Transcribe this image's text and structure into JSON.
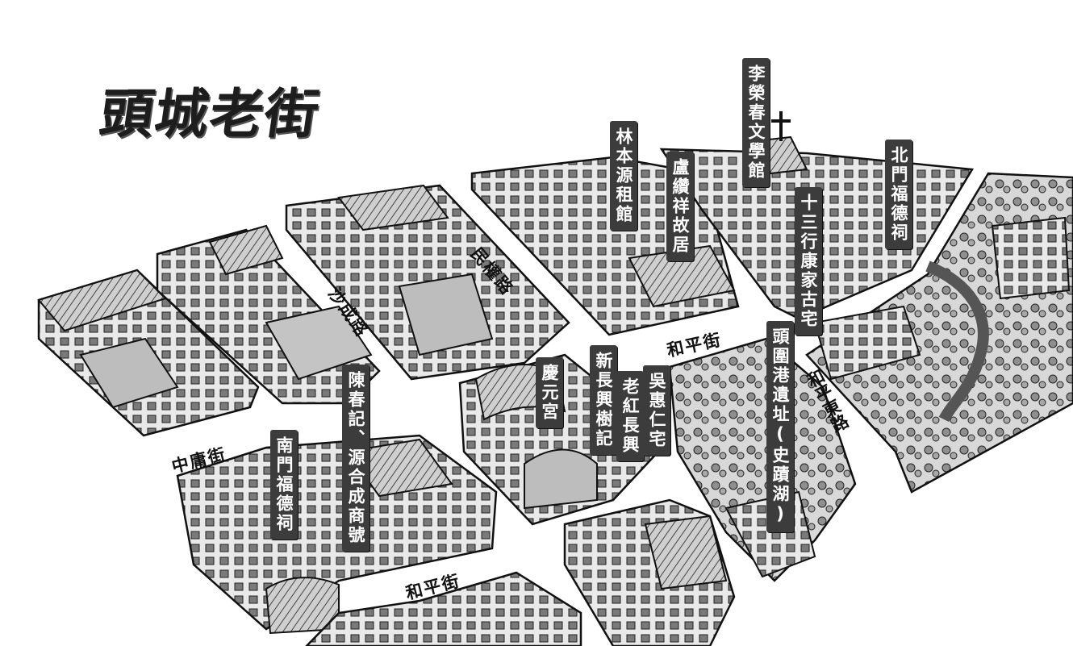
{
  "title": "頭城老街",
  "landmarks": {
    "li_rongchun": "李榮春文學館",
    "north_gate": "北門福德祠",
    "lin_benyuan": "林本源租館",
    "lu_zuxiang": "盧纘祥故居",
    "shisanhang": "十三行康家古宅",
    "toucheng_harbor": "頭圍港遺址(史蹟湖)",
    "chen_chunji": "陳春記、源合成商號",
    "qingyuan_temple": "慶元宮",
    "xin_changxing": "新長興樹記",
    "lao_hong_changxing": "老紅長興",
    "wu_huiren": "吳惠仁宅",
    "south_gate": "南門福德祠"
  },
  "streets": {
    "minquan": "民權路",
    "shacheng": "沙成路",
    "zhongyong": "中庸街",
    "heping_top": "和平街",
    "heping_bottom": "和平街",
    "heping_east": "和平東路"
  }
}
